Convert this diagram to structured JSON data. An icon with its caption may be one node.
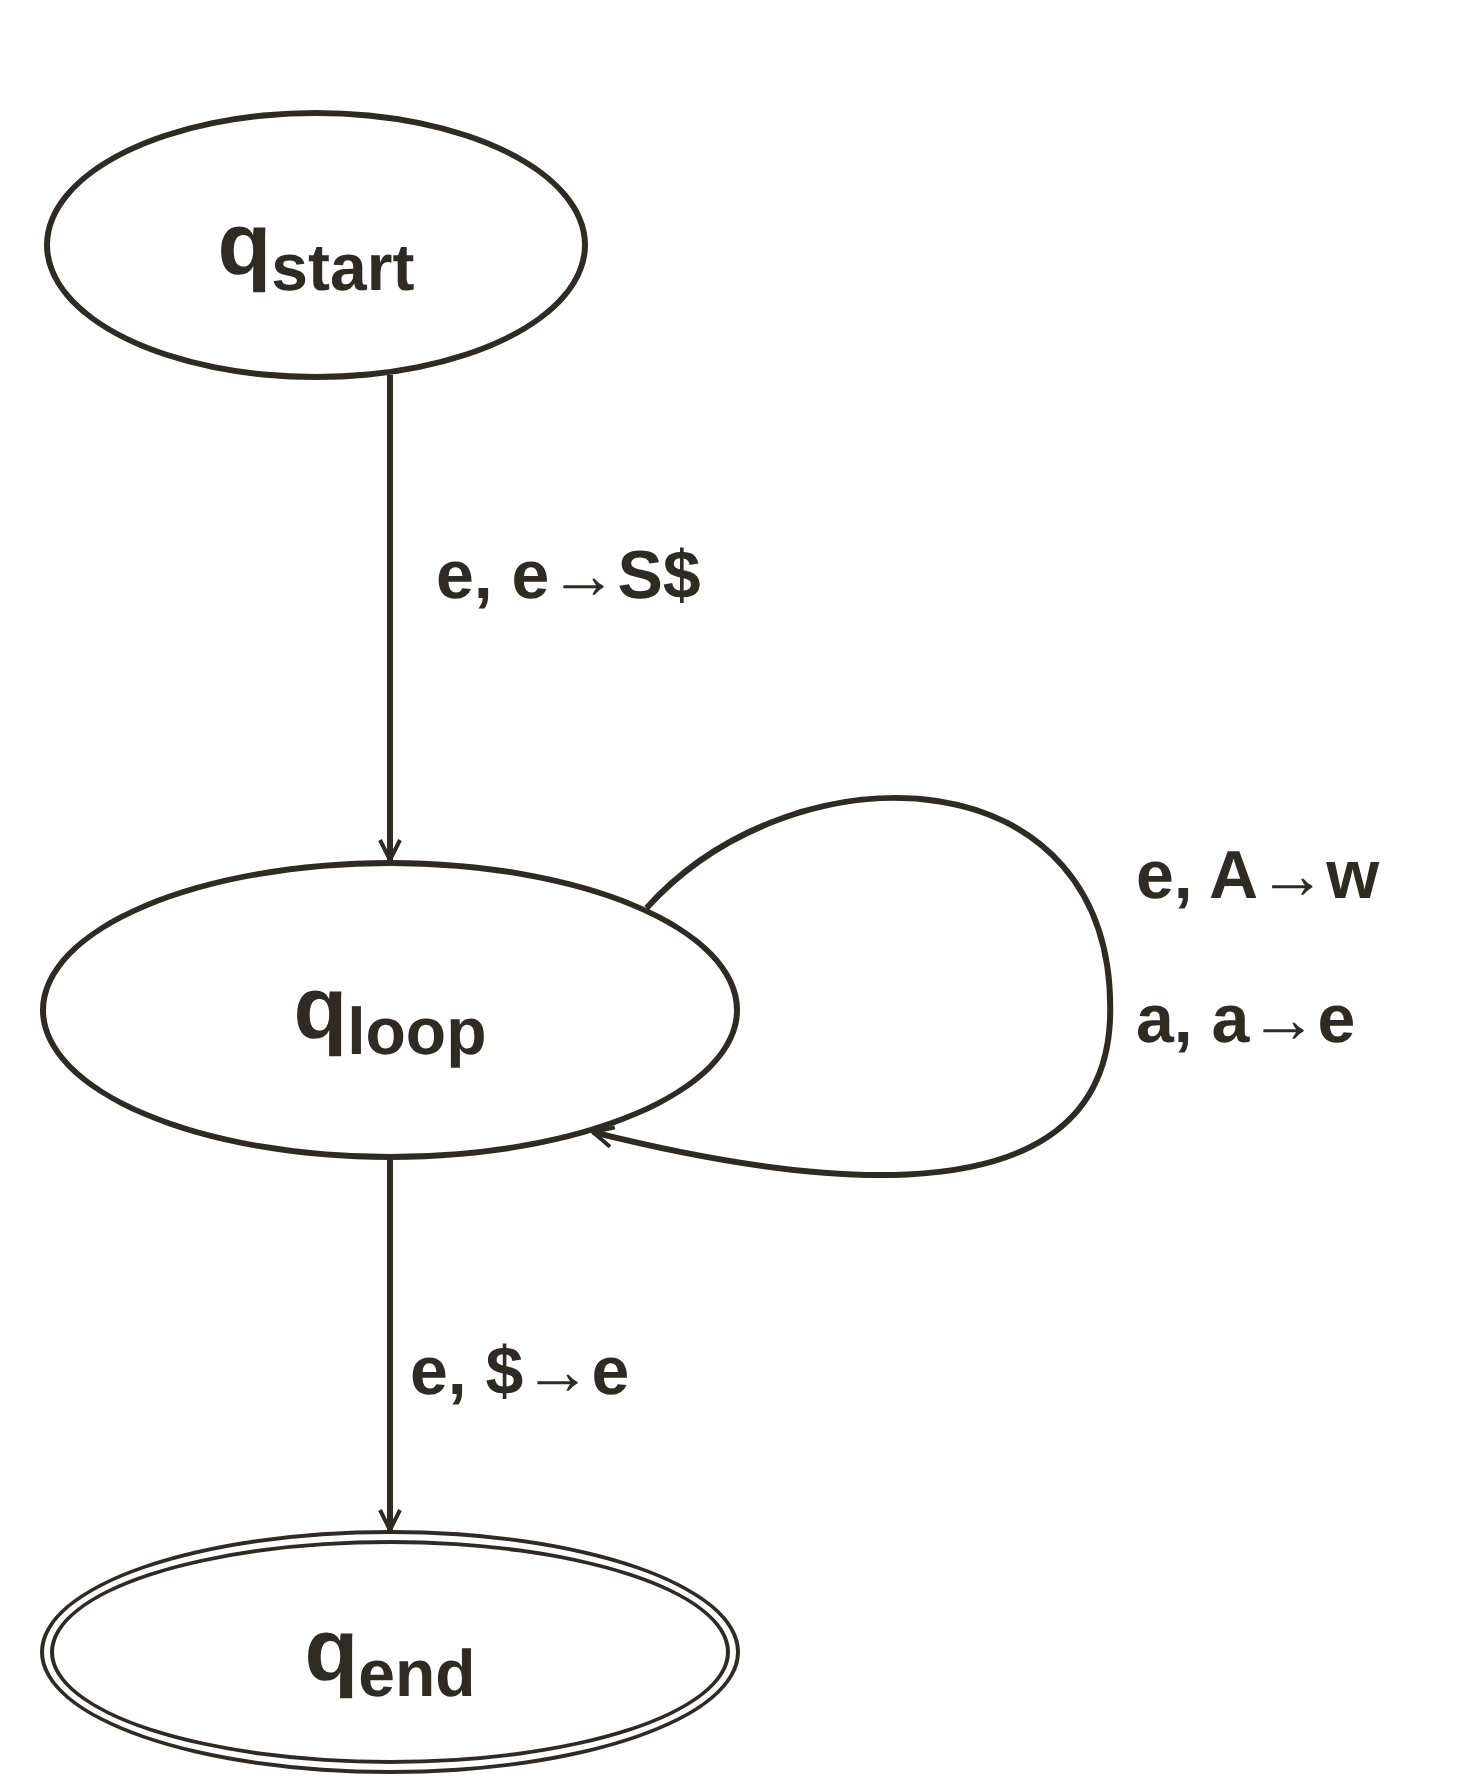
{
  "diagram": {
    "nodes": [
      {
        "text": [
          "q$_{start}$"
        ]
      },
      {
        "text": [
          "q$_{loop}$"
        ]
      },
      {
        "text": [
          "q$_{end}$"
        ]
      }
    ],
    "edges": [
      {
        "from": 0,
        "to": 1,
        "arrow": "to",
        "label": "e, e→S$"
      },
      {
        "from": 1,
        "to": 1,
        "arrow": "to",
        "label": "e, A→w a, a→e"
      },
      {
        "from": 1,
        "to": 2,
        "arrow": "to",
        "label": "e, $→e"
      }
    ]
  }
}
